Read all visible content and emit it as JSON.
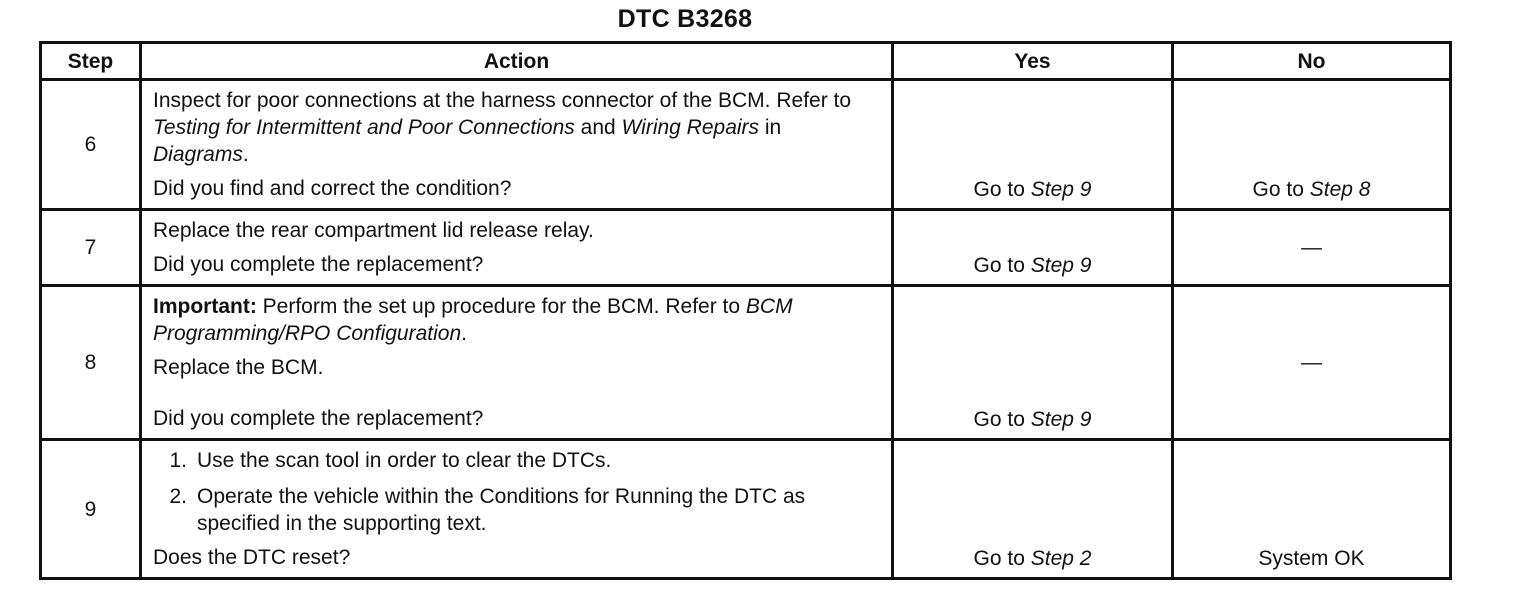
{
  "title": "DTC B3268",
  "headers": {
    "step": "Step",
    "action": "Action",
    "yes": "Yes",
    "no": "No"
  },
  "rows": [
    {
      "step": "6",
      "lines": [
        {
          "a": "Inspect for poor connections at the harness connector of the BCM. Refer to",
          "b": "Testing for Intermittent and Poor Connections",
          "c": "and",
          "d": "Wiring Repairs",
          "e": "in",
          "f": "Diagrams",
          "g": "."
        }
      ],
      "question": "Did you find and correct the condition?",
      "yes": {
        "prefix": "Go to",
        "ref": "Step 9"
      },
      "no": {
        "prefix": "Go to",
        "ref": "Step 8"
      }
    },
    {
      "step": "7",
      "text": "Replace the rear compartment lid release relay.",
      "question": "Did you complete the replacement?",
      "yes": {
        "prefix": "Go to",
        "ref": "Step 9"
      },
      "no": {
        "text": "—"
      }
    },
    {
      "step": "8",
      "important_label": "Important:",
      "important_text": "Perform the set up procedure for the BCM. Refer to",
      "important_ref": "BCM Programming/RPO Configuration",
      "important_end": ".",
      "text": "Replace the BCM.",
      "question": "Did you complete the replacement?",
      "yes": {
        "prefix": "Go to",
        "ref": "Step 9"
      },
      "no": {
        "text": "—"
      }
    },
    {
      "step": "9",
      "items": [
        {
          "num": "1.",
          "text": "Use the scan tool in order to clear the DTCs."
        },
        {
          "num": "2.",
          "text": "Operate the vehicle within the Conditions for Running the DTC as specified in the supporting text."
        }
      ],
      "question": "Does the DTC reset?",
      "yes": {
        "prefix": "Go to",
        "ref": "Step 2"
      },
      "no": {
        "text": "System OK"
      }
    }
  ]
}
